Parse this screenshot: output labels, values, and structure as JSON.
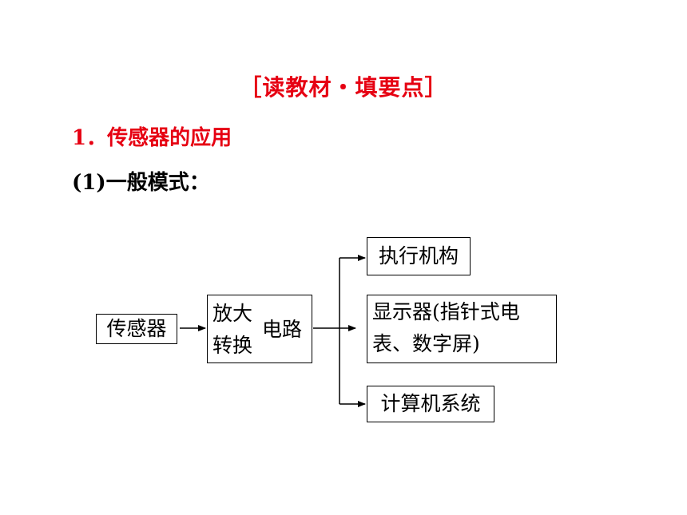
{
  "title": "［读教材・填要点］",
  "section_heading": "1．传感器的应用",
  "subheading": "(1)一般模式：",
  "diagram": {
    "sensor": "传感器",
    "circuit_line1": "放大",
    "circuit_line2": "转换",
    "circuit_right": "电路",
    "executor": "执行机构",
    "display_line1": "显示器(指针式电",
    "display_line2": "表、数字屏)",
    "computer": "计算机系统"
  }
}
